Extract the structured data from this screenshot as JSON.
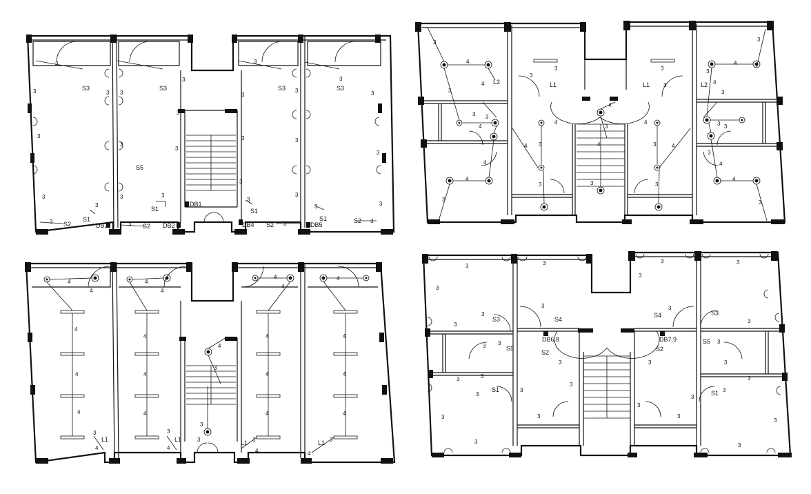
{
  "plans": {
    "top_left": {
      "switch_labels": [
        "S3",
        "S3",
        "S3",
        "S3",
        "S5",
        "S1",
        "S1",
        "S1",
        "S1",
        "S2",
        "S2",
        "S2",
        "S2"
      ],
      "db_labels": [
        "DB3",
        "DB2",
        "DB1",
        "DB4",
        "DB5"
      ],
      "wire_number": "3"
    },
    "top_right": {
      "light_labels": [
        "L2",
        "L1",
        "L1",
        "L2"
      ],
      "wire_numbers": [
        "3",
        "4"
      ]
    },
    "bottom_left": {
      "light_labels": [
        "L1",
        "L1",
        "L1",
        "L1"
      ],
      "wire_numbers": [
        "4",
        "3"
      ]
    },
    "bottom_right": {
      "switch_labels": [
        "S3",
        "S4",
        "S4",
        "S3",
        "S5",
        "S5",
        "S2",
        "S2",
        "S1",
        "S1"
      ],
      "db_labels": [
        "DB6,8",
        "DB7,9"
      ],
      "wire_number": "3"
    }
  },
  "colors": {
    "ink": "#111111",
    "background": "#ffffff"
  }
}
